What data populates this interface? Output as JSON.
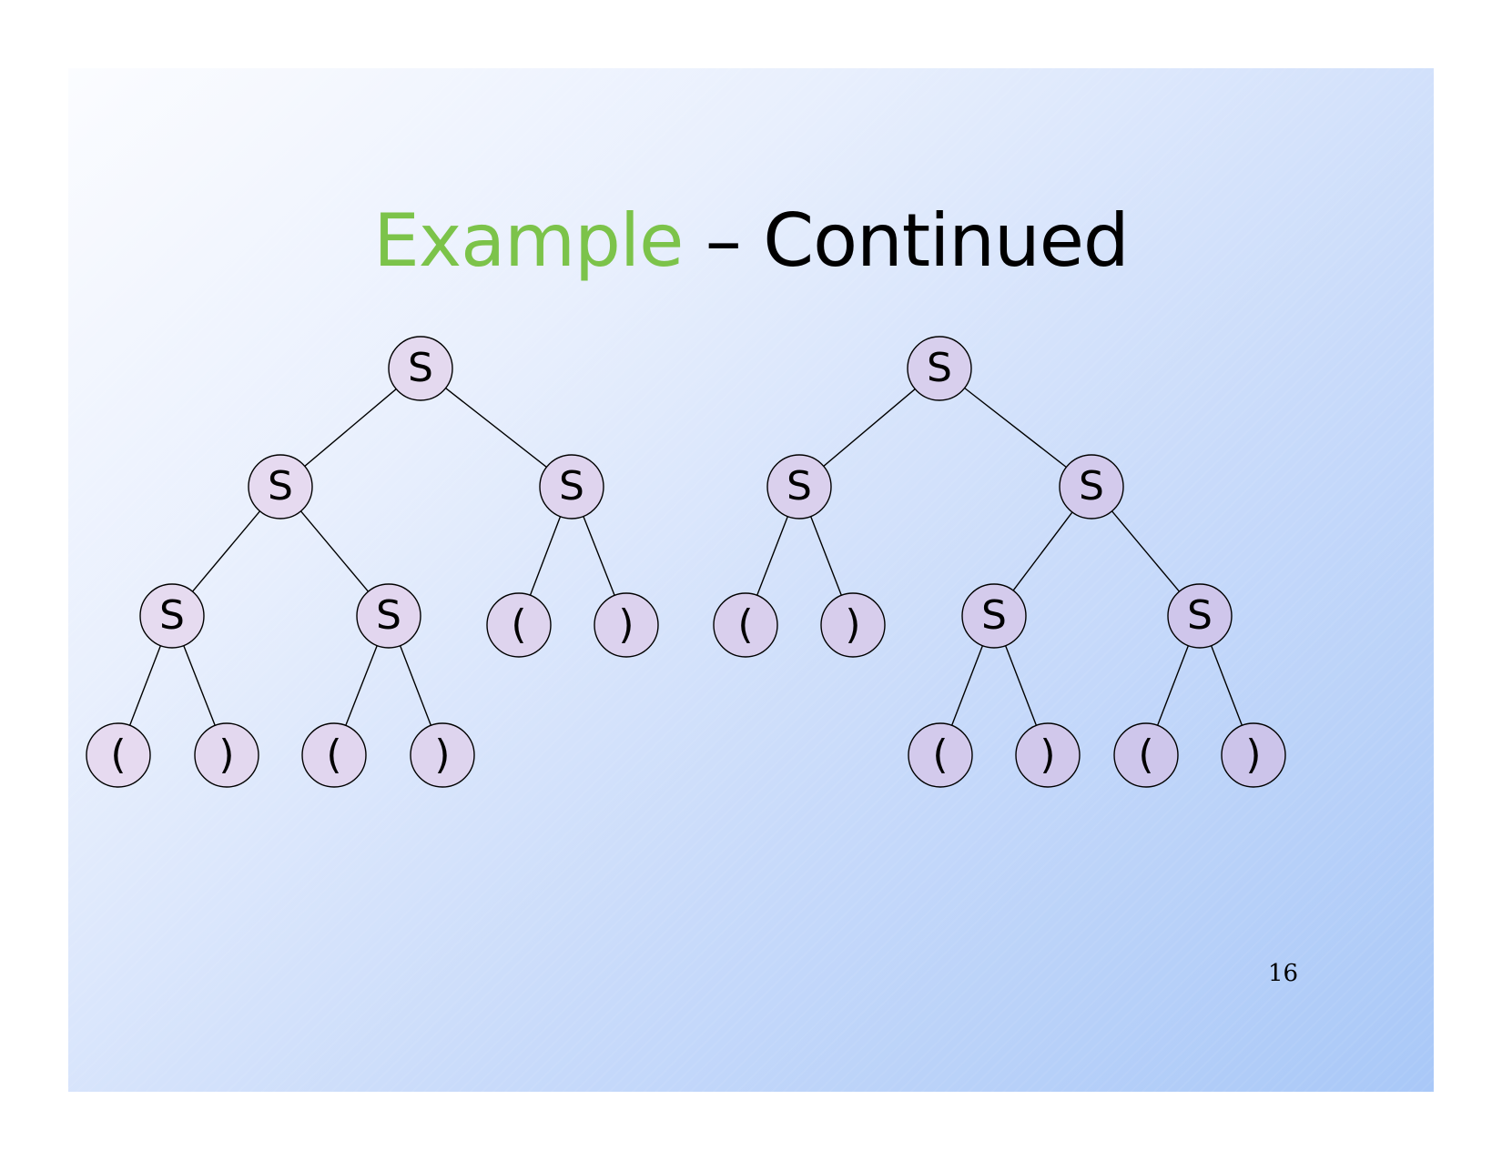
{
  "slide": {
    "title_part1": "Example",
    "title_separator": " – ",
    "title_part2": "Continued",
    "page_number": "16",
    "colors": {
      "title_accent": "#7cc34a",
      "node_fill_light": "#e8dcf0",
      "node_fill_dark": "#cbc3ea",
      "background_light": "#fbfcff",
      "background_dark": "#a9c8f8"
    }
  },
  "trees": [
    {
      "name": "left-parse-tree",
      "root": {
        "label": "S",
        "children": [
          {
            "label": "S",
            "children": [
              {
                "label": "S",
                "children": [
                  {
                    "label": "("
                  },
                  {
                    "label": ")"
                  }
                ]
              },
              {
                "label": "S",
                "children": [
                  {
                    "label": "("
                  },
                  {
                    "label": ")"
                  }
                ]
              }
            ]
          },
          {
            "label": "S",
            "children": [
              {
                "label": "("
              },
              {
                "label": ")"
              }
            ]
          }
        ]
      }
    },
    {
      "name": "right-parse-tree",
      "root": {
        "label": "S",
        "children": [
          {
            "label": "S",
            "children": [
              {
                "label": "("
              },
              {
                "label": ")"
              }
            ]
          },
          {
            "label": "S",
            "children": [
              {
                "label": "S",
                "children": [
                  {
                    "label": "("
                  },
                  {
                    "label": ")"
                  }
                ]
              },
              {
                "label": "S",
                "children": [
                  {
                    "label": "("
                  },
                  {
                    "label": ")"
                  }
                ]
              }
            ]
          }
        ]
      }
    }
  ]
}
